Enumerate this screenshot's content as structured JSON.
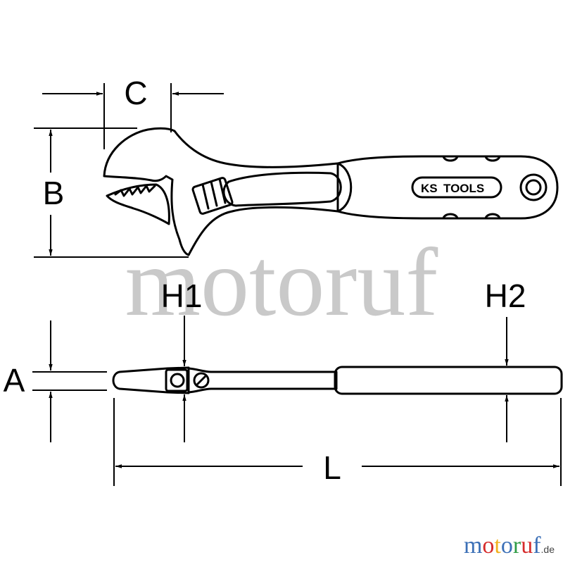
{
  "labels": {
    "c": "C",
    "b": "B",
    "a": "A",
    "h1": "H1",
    "h2": "H2",
    "l": "L"
  },
  "brand": {
    "ks": "KS",
    "tools": "TOOLS"
  },
  "watermark": {
    "text": "motoruf",
    "logo_letters": [
      "m",
      "o",
      "t",
      "o",
      "r",
      "u",
      "f"
    ],
    "logo_colors": [
      "#3b6fb6",
      "#d62b2b",
      "#f2b01e",
      "#3b6fb6",
      "#2e9b45",
      "#d62b2b",
      "#3b6fb6"
    ],
    "logo_domain": ".de"
  },
  "colors": {
    "line": "#000000",
    "watermark": "#c9c9c9"
  }
}
